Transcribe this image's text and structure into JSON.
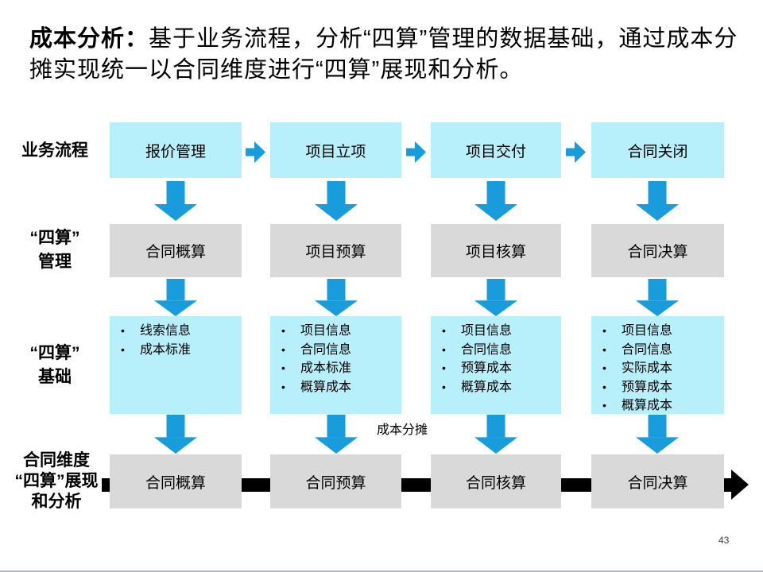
{
  "title": {
    "bold": "成本分析：",
    "rest": "基于业务流程，分析“四算”管理的数据基础，通过成本分摊实现统一以合同维度进行“四算”展现和分析。"
  },
  "row_labels": {
    "business_process": "业务流程",
    "four_calc_mgmt": "“四算”\n管理",
    "four_calc_basis": "“四算”\n基础",
    "contract_dim_display": "合同维度\n“四算”展现\n和分析"
  },
  "columns": [
    {
      "flow": "报价管理",
      "mgmt": "合同概算",
      "basis": [
        "线索信息",
        "成本标准"
      ],
      "display": "合同概算"
    },
    {
      "flow": "项目立项",
      "mgmt": "项目预算",
      "basis": [
        "项目信息",
        "合同信息",
        "成本标准",
        "概算成本"
      ],
      "display": "合同预算"
    },
    {
      "flow": "项目交付",
      "mgmt": "项目核算",
      "basis": [
        "项目信息",
        "合同信息",
        "预算成本",
        "概算成本"
      ],
      "display": "合同核算"
    },
    {
      "flow": "合同关闭",
      "mgmt": "合同决算",
      "basis": [
        "项目信息",
        "合同信息",
        "实际成本",
        "预算成本",
        "概算成本"
      ],
      "display": "合同决算"
    }
  ],
  "annotations": {
    "cost_allocation": "成本分摊",
    "page_number": "43"
  },
  "colors": {
    "cyan_box": "#B7EFFB",
    "gray_box": "#D9D9D9",
    "arrow_blue": "#189CDB",
    "flow_bar_black": "#000000"
  }
}
